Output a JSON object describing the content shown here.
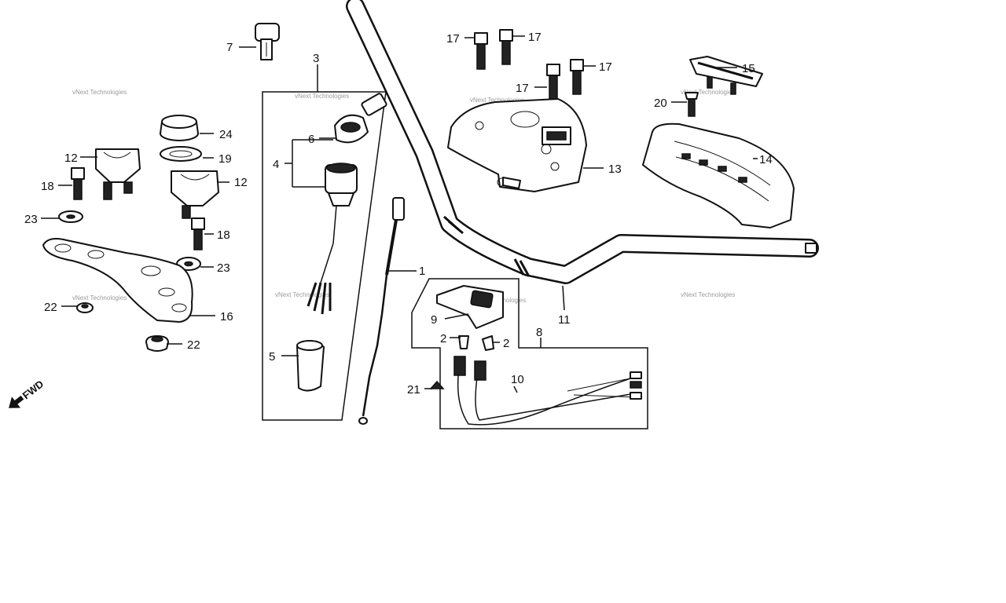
{
  "callouts": {
    "c1": "1",
    "c2a": "2",
    "c2b": "2",
    "c3": "3",
    "c4": "4",
    "c5": "5",
    "c6": "6",
    "c7": "7",
    "c8": "8",
    "c9": "9",
    "c10": "10",
    "c11": "11",
    "c12a": "12",
    "c12b": "12",
    "c13": "13",
    "c14": "14",
    "c15": "15",
    "c16": "16",
    "c17a": "17",
    "c17b": "17",
    "c17c": "17",
    "c17d": "17",
    "c18a": "18",
    "c18b": "18",
    "c19": "19",
    "c20": "20",
    "c21": "21",
    "c22a": "22",
    "c22b": "22",
    "c23a": "23",
    "c23b": "23",
    "c24": "24"
  },
  "watermark": "vNext Technologies",
  "direction_label": "FWD"
}
